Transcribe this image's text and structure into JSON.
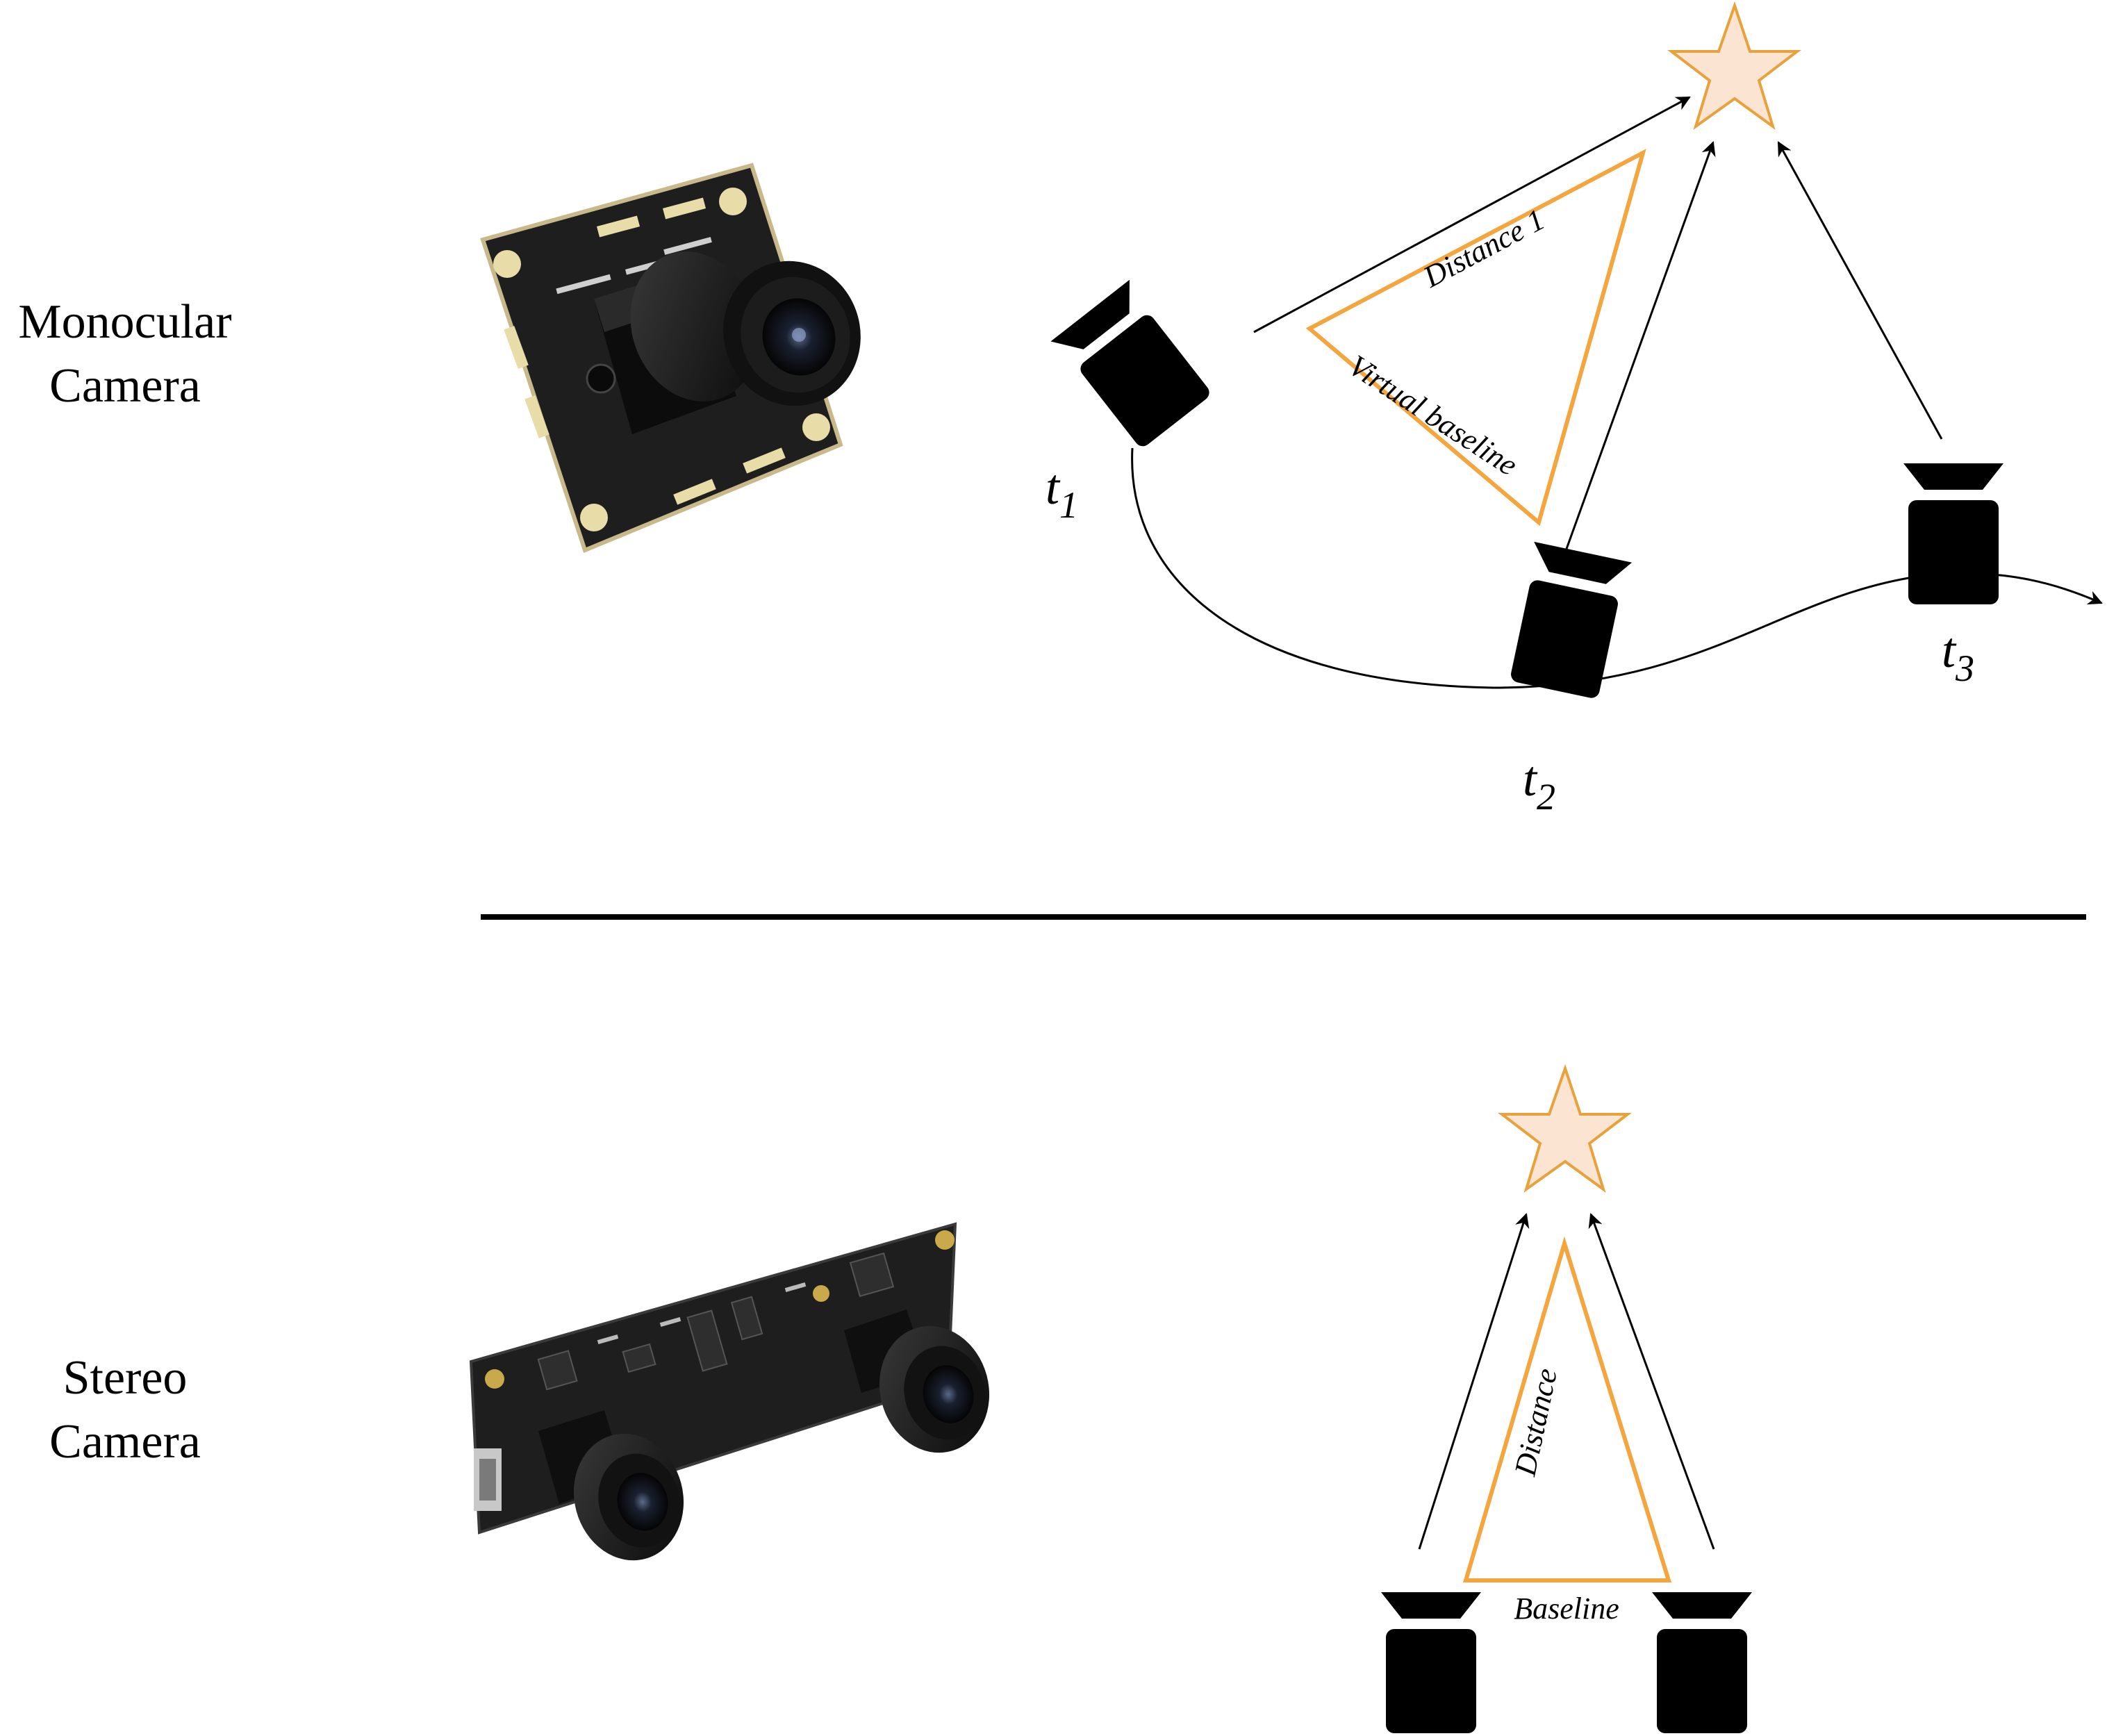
{
  "rows": {
    "monocular": {
      "label_line1": "Monocular",
      "label_line2": "Camera"
    },
    "stereo": {
      "label_line1": "Stereo",
      "label_line2": "Camera"
    }
  },
  "monocular_diagram": {
    "distance_label": "Distance 1",
    "baseline_label": "Virtual baseline",
    "time_labels": [
      {
        "base": "t",
        "sub": "1"
      },
      {
        "base": "t",
        "sub": "2"
      },
      {
        "base": "t",
        "sub": "3"
      }
    ]
  },
  "stereo_diagram": {
    "distance_label": "Distance",
    "baseline_label": "Baseline"
  },
  "colors": {
    "triangle_stroke": "#F4A53D",
    "star_fill": "#FCE4D3",
    "star_stroke": "#E8A23C",
    "camera_fill": "#000000",
    "pcb_board": "#1E1E1E",
    "pcb_pad": "#E8DCA8"
  },
  "icons": [
    "usb-camera-module-photo",
    "stereo-camera-board-photo",
    "video-camera-icon",
    "target-star-icon"
  ]
}
